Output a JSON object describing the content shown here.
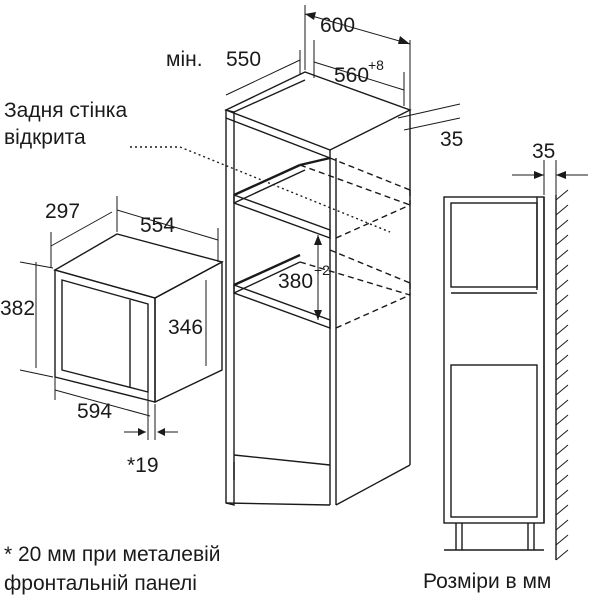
{
  "oven": {
    "width": "594",
    "height": "382",
    "depth": "297",
    "inner_depth": "554",
    "front_height": "346",
    "front_offset": "*19"
  },
  "cabinet": {
    "width": "600",
    "min_depth_prefix": "мін.",
    "min_depth": "550",
    "niche_width": "560",
    "niche_width_tol": "+8",
    "niche_height": "380",
    "niche_height_tol": "+2",
    "back_gap": "35",
    "back_wall_label_line1": "Задня стінка",
    "back_wall_label_line2": "відкрита"
  },
  "side_view": {
    "gap": "35"
  },
  "footnote": {
    "line1": "* 20 мм при металевій",
    "line2": "фронтальній панелі"
  },
  "units_label": "Розміри в мм"
}
